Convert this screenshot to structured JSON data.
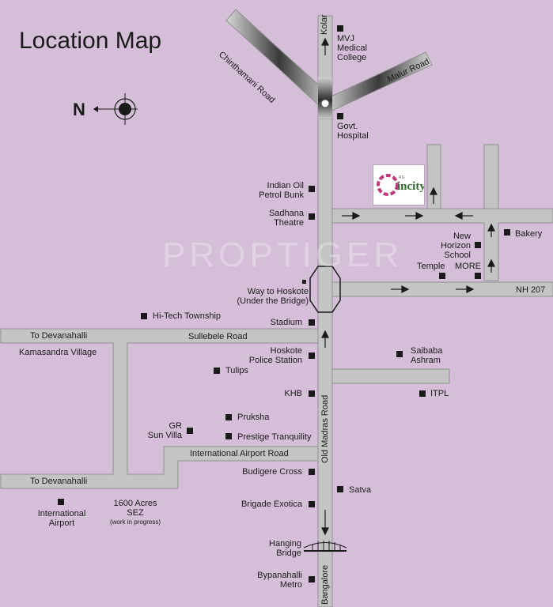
{
  "title": "Location Map",
  "watermark": "PROPTIGER",
  "compass": {
    "label": "N",
    "icon": "compass-icon"
  },
  "logo": {
    "brand": "incity",
    "tagline": "RG",
    "icon": "incity-logo"
  },
  "roads": {
    "chinthamani": "Chinthamani Road",
    "malur": "Malur Road",
    "kolar": "Kolar",
    "nh207": "NH 207",
    "sullebele": "Sullebele Road",
    "to_devanahalli_1": "To Devanahalli",
    "to_devanahalli_2": "To Devanahalli",
    "airport_road": "International Airport Road",
    "old_madras": "Old Madras Road",
    "bangalore": "Bangalore"
  },
  "places": {
    "mvj": "MVJ\nMedical\nCollege",
    "govt_hospital": "Govt.\nHospital",
    "indian_oil": "Indian Oil\nPetrol Bunk",
    "sadhana": "Sadhana\nTheatre",
    "bakery": "Bakery",
    "new_horizon": "New\nHorizon\nSchool",
    "temple": "Temple",
    "more": "MORE",
    "way_to_hoskote": "Way to Hoskote\n(Under the Bridge)",
    "hitech": "Hi-Tech Township",
    "stadium": "Stadium",
    "kamasandra": "Kamasandra Village",
    "hoskote_police": "Hoskote\nPolice Station",
    "tulips": "Tulips",
    "saibaba": "Saibaba\nAshram",
    "khb": "KHB",
    "itpl": "ITPL",
    "pruksha": "Pruksha",
    "gr_sun_villa": "GR\nSun Villa",
    "prestige": "Prestige Tranquility",
    "budigere": "Budigere Cross",
    "satva": "Satva",
    "international_airport": "International\nAirport",
    "sez": "1600 Acres\nSEZ",
    "sez_note": "(work in progress)",
    "brigade": "Brigade Exotica",
    "hanging_bridge": "Hanging\nBridge",
    "bypanahalli": "Bypanahalli\nMetro"
  },
  "colors": {
    "background": "#d5bfd8",
    "road": "#c4c4c4",
    "road_edge": "#8f8f8f",
    "text": "#1a1a1a"
  }
}
